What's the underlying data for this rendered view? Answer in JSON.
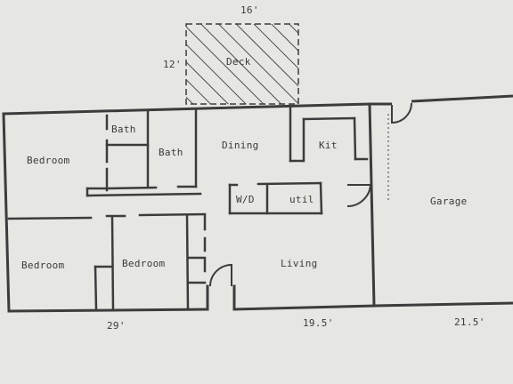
{
  "colors": {
    "wall": "#3c3c3c",
    "paper": "#e6e6e2",
    "text": "#3a3a3a"
  },
  "deck": {
    "label": "Deck",
    "width_dim": "16'",
    "depth_dim": "12'"
  },
  "rooms": {
    "bedroom_top_left": "Bedroom",
    "bath_1": "Bath",
    "bath_2": "Bath",
    "dining": "Dining",
    "kitchen": "Kit",
    "wd": "W/D",
    "util": "util",
    "garage": "Garage",
    "bedroom_bottom_left": "Bedroom",
    "bedroom_bottom_mid": "Bedroom",
    "living": "Living"
  },
  "dimensions": {
    "left": "29'",
    "mid": "19.5'",
    "right": "21.5'"
  }
}
